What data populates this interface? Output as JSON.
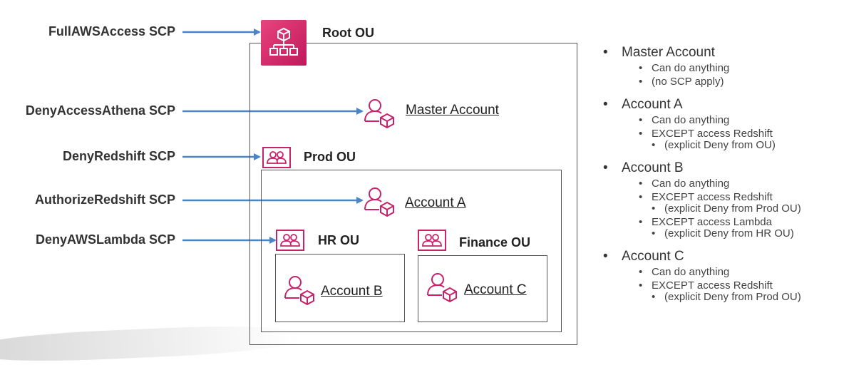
{
  "scps": [
    {
      "label": "FullAWSAccess SCP"
    },
    {
      "label": "DenyAccessAthena SCP"
    },
    {
      "label": "DenyRedshift SCP"
    },
    {
      "label": "AuthorizeRedshift SCP"
    },
    {
      "label": "DenyAWSLambda SCP"
    }
  ],
  "ous": {
    "root": "Root OU",
    "prod": "Prod OU",
    "hr": "HR OU",
    "finance": "Finance OU"
  },
  "accounts": {
    "master": "Master Account",
    "a": "Account A",
    "b": "Account B",
    "c": "Account C"
  },
  "notes": [
    {
      "title": "Master Account",
      "items": [
        "Can do anything",
        "(no SCP apply)"
      ]
    },
    {
      "title": "Account A",
      "items": [
        "Can do anything",
        "EXCEPT access Redshift",
        "(explicit Deny from OU)"
      ]
    },
    {
      "title": "Account B",
      "items": [
        "Can do anything",
        "EXCEPT access Redshift",
        "(explicit Deny from Prod OU)",
        "EXCEPT access Lambda",
        "(explicit Deny from HR OU)"
      ]
    },
    {
      "title": "Account C",
      "items": [
        "Can do anything",
        "EXCEPT access Redshift",
        "(explicit Deny from Prod OU)"
      ]
    }
  ],
  "colors": {
    "arrow": "#4a86c5",
    "accent": "#c7226a",
    "border": "#555555"
  }
}
